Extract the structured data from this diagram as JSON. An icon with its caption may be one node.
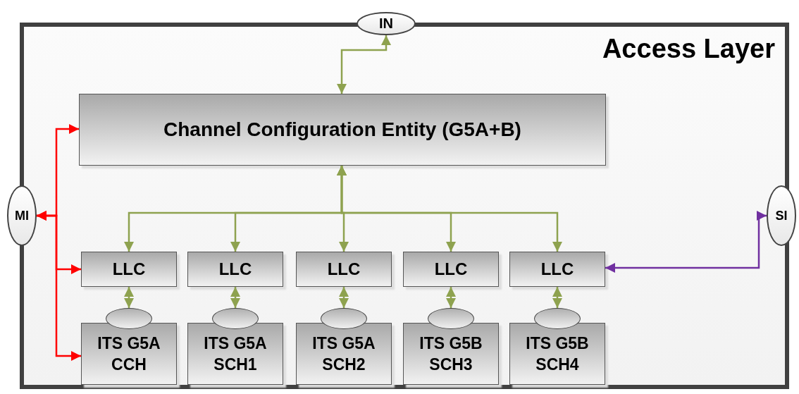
{
  "diagram": {
    "nodes": [
      {
        "text": [
          "Access Layer"
        ]
      },
      {
        "text": [
          "IN"
        ]
      },
      {
        "text": [
          "MI"
        ]
      },
      {
        "text": [
          "SI"
        ]
      },
      {
        "text": [
          "Channel Configuration Entity (G5A+B)"
        ],
        "in": 0
      },
      {
        "text": [
          "LLC"
        ],
        "in": 0
      },
      {
        "text": [
          "LLC"
        ],
        "in": 0
      },
      {
        "text": [
          "LLC"
        ],
        "in": 0
      },
      {
        "text": [
          "LLC"
        ],
        "in": 0
      },
      {
        "text": [
          "LLC"
        ],
        "in": 0
      },
      {
        "text": [
          "ITS G5A CCH"
        ],
        "in": 0
      },
      {
        "text": [
          "ITS G5A SCH1"
        ],
        "in": 0
      },
      {
        "text": [
          "ITS G5A SCH2"
        ],
        "in": 0
      },
      {
        "text": [
          "ITS G5B SCH3"
        ],
        "in": 0
      },
      {
        "text": [
          "ITS G5B SCH4"
        ],
        "in": 0
      },
      {
        "text": [],
        "shape": "ellipse",
        "in": 0
      },
      {
        "text": [],
        "shape": "ellipse",
        "in": 0
      },
      {
        "text": [],
        "shape": "ellipse",
        "in": 0
      },
      {
        "text": [],
        "shape": "ellipse",
        "in": 0
      },
      {
        "text": [],
        "shape": "ellipse",
        "in": 0
      }
    ],
    "edges": [
      {
        "from": 1,
        "to": 4,
        "arrow": "both"
      },
      {
        "from": 4,
        "to": 5,
        "arrow": "both"
      },
      {
        "from": 4,
        "to": 6,
        "arrow": "both"
      },
      {
        "from": 4,
        "to": 7,
        "arrow": "both"
      },
      {
        "from": 4,
        "to": 8,
        "arrow": "both"
      },
      {
        "from": 4,
        "to": 9,
        "arrow": "both"
      },
      {
        "from": 2,
        "to": 4,
        "arrow": "both",
        "color": "#ff0000"
      },
      {
        "from": 2,
        "to": 5,
        "arrow": "both",
        "color": "#ff0000"
      },
      {
        "from": 2,
        "to": 10,
        "arrow": "both",
        "color": "#ff0000"
      },
      {
        "from": 3,
        "to": 9,
        "arrow": "both",
        "color": "#7030a0"
      },
      {
        "from": 5,
        "to": 15,
        "arrow": "both"
      },
      {
        "from": 6,
        "to": 16,
        "arrow": "both"
      },
      {
        "from": 7,
        "to": 17,
        "arrow": "both"
      },
      {
        "from": 8,
        "to": 18,
        "arrow": "both"
      },
      {
        "from": 9,
        "to": 19,
        "arrow": "both"
      }
    ]
  }
}
